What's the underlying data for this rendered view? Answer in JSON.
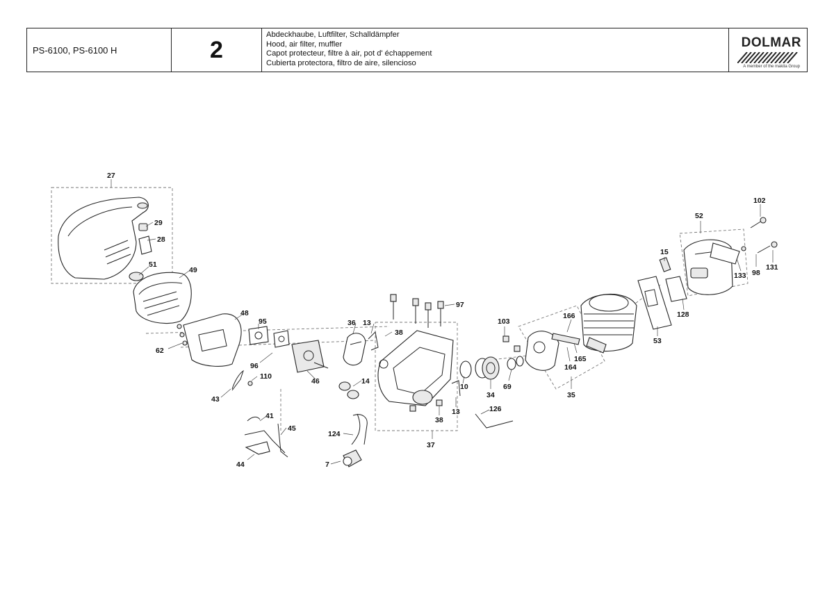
{
  "header": {
    "model": "PS-6100, PS-6100 H",
    "plate_number": "2",
    "descriptions": [
      "Abdeckhaube, Luftfilter, Schalldämpfer",
      "Hood, air filter, muffler",
      "Capot protecteur, filtre à air, pot d' échappement",
      "Cubierta protectora, filtro de aire, silencioso"
    ],
    "brand": "DOLMAR",
    "brand_tagline": "A member of the makita Group"
  },
  "part_labels": {
    "p27": "27",
    "p29": "29",
    "p28": "28",
    "p51": "51",
    "p49": "49",
    "p48": "48",
    "p95": "95",
    "p62": "62",
    "p96": "96",
    "p110": "110",
    "p43": "43",
    "p46": "46",
    "p36": "36",
    "p13a": "13",
    "p38a": "38",
    "p97": "97",
    "p14": "14",
    "p10": "10",
    "p38b": "38",
    "p13b": "13",
    "p37": "37",
    "p41": "41",
    "p45": "45",
    "p44": "44",
    "p124": "124",
    "p7": "7",
    "p103": "103",
    "p166": "166",
    "p165": "165",
    "p164": "164",
    "p34": "34",
    "p69": "69",
    "p35": "35",
    "p126": "126",
    "p15": "15",
    "p52": "52",
    "p102": "102",
    "p133": "133",
    "p98": "98",
    "p131": "131",
    "p128": "128",
    "p53": "53"
  }
}
